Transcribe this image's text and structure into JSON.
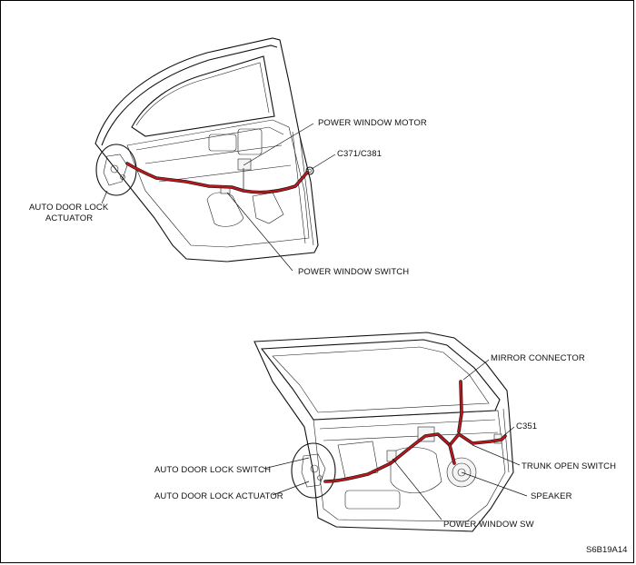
{
  "rear_door": {
    "labels": {
      "power_window_motor": "POWER WINDOW MOTOR",
      "connector": "C371/C381",
      "auto_door_lock_actuator_line1": "AUTO DOOR LOCK",
      "auto_door_lock_actuator_line2": "ACTUATOR",
      "power_window_switch": "POWER WINDOW SWITCH"
    }
  },
  "front_door": {
    "labels": {
      "mirror_connector": "MIRROR CONNECTOR",
      "connector": "C351",
      "trunk_open_switch": "TRUNK OPEN SWITCH",
      "auto_door_lock_switch": "AUTO DOOR LOCK SWITCH",
      "speaker": "SPEAKER",
      "auto_door_lock_actuator": "AUTO DOOR LOCK ACTUATOR",
      "power_window_sw": "POWER WINDOW SW"
    }
  },
  "figure_code": "S6B19A14",
  "colors": {
    "harness": "#c0161b",
    "line": "#111111",
    "background": "#ffffff"
  }
}
